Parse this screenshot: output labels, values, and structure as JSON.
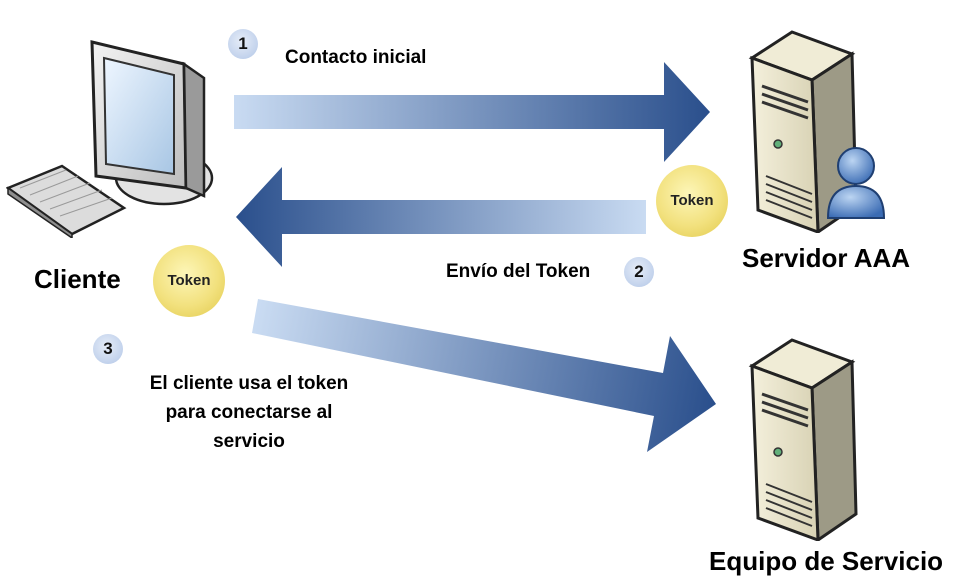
{
  "nodes": {
    "client": {
      "label": "Cliente"
    },
    "aaa_server": {
      "label": "Servidor AAA"
    },
    "service_equipment": {
      "label": "Equipo de Servicio"
    }
  },
  "steps": [
    {
      "number": "1",
      "label": "Contacto inicial"
    },
    {
      "number": "2",
      "label": "Envío del Token"
    },
    {
      "number": "3",
      "lines": [
        "El cliente usa el token",
        "para conectarse al",
        "servicio"
      ]
    }
  ],
  "tokens": {
    "near_server": "Token",
    "near_client": "Token"
  },
  "colors": {
    "arrow_dark": "#2a4f8c",
    "arrow_light": "#c9dbf2",
    "badge": "#c2d2ec",
    "token": "#f2e17e"
  },
  "icons": {
    "client": "desktop-computer-icon",
    "server": "tower-server-icon",
    "user": "user-icon"
  }
}
